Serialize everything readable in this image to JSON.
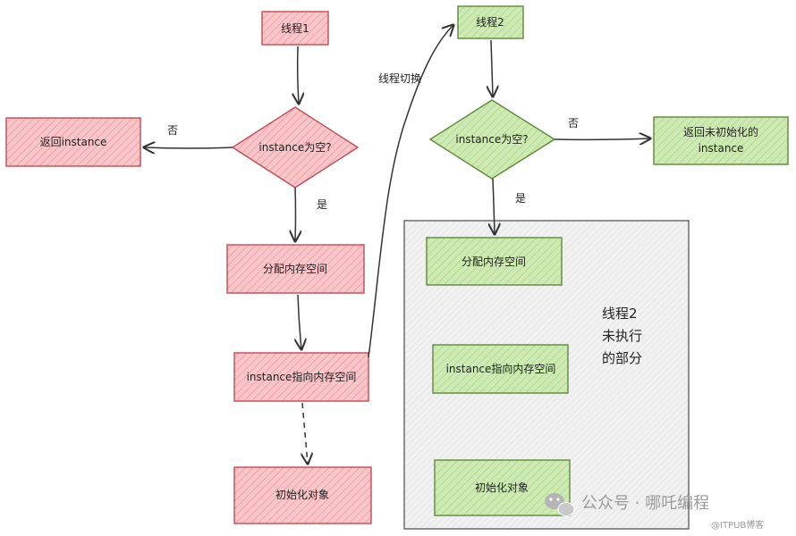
{
  "colors": {
    "red_fill": "#f8c6c9",
    "red_stroke": "#c44a55",
    "green_fill": "#cdeab2",
    "green_stroke": "#5e8a3a",
    "gray_fill": "#eeeeee",
    "edge": "#333333"
  },
  "left": {
    "thread1": "线程1",
    "check": "instance为空?",
    "return_instance": "返回instance",
    "no": "否",
    "yes": "是",
    "alloc": "分配内存空间",
    "point": "instance指向内存空间",
    "init": "初始化对象"
  },
  "switch_label": "线程切换",
  "right": {
    "thread2": "线程2",
    "check": "instance为空?",
    "no": "否",
    "yes": "是",
    "return_uninit_line1": "返回未初始化的",
    "return_uninit_line2": "instance",
    "alloc": "分配内存空间",
    "point": "instance指向内存空间",
    "init": "初始化对象",
    "note_line1": "线程2",
    "note_line2": "未执行",
    "note_line3": "的部分"
  },
  "watermark": {
    "main": "公众号 · 哪吒编程",
    "sub": "@ITPUB博客"
  }
}
